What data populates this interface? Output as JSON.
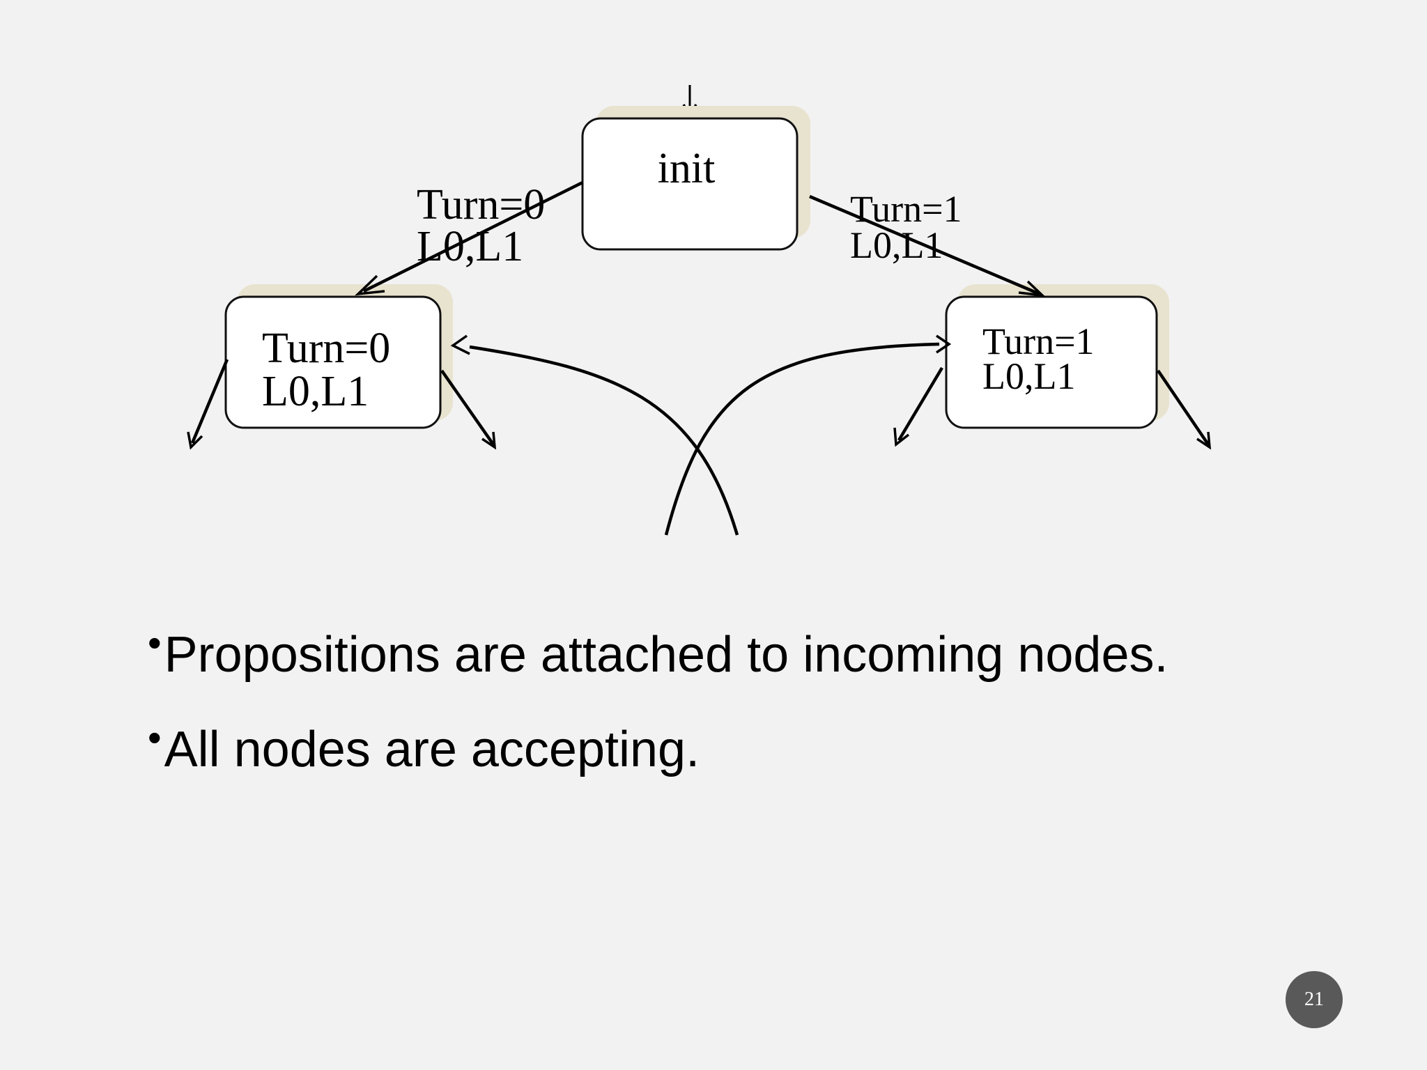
{
  "diagram": {
    "nodes": [
      {
        "id": "init",
        "lines": [
          "init"
        ]
      },
      {
        "id": "left",
        "lines": [
          "Turn=0",
          "L0,L1"
        ]
      },
      {
        "id": "right",
        "lines": [
          "Turn=1",
          "L0,L1"
        ]
      }
    ],
    "edge_labels": {
      "init_to_left": [
        "Turn=0",
        "L0,L1"
      ],
      "init_to_right": [
        "Turn=1",
        "L0,L1"
      ]
    }
  },
  "bullets": [
    "Propositions are attached to incoming nodes.",
    "All nodes are accepting."
  ],
  "page_number": "21",
  "colors": {
    "background": "#f2f2f2",
    "node_shadow": "#e8e3cf",
    "badge": "#595959"
  }
}
